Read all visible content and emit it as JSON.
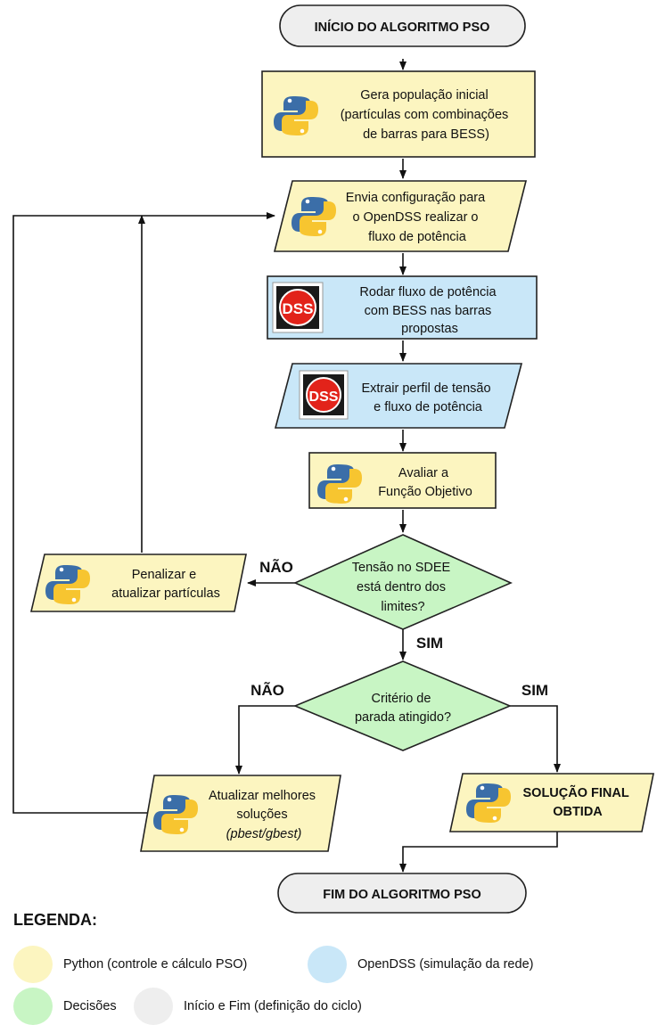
{
  "colors": {
    "python": "#fcf5c0",
    "opendss": "#c9e7f8",
    "decision": "#c8f5c4",
    "terminal": "#eeeeee",
    "stroke": "#222222"
  },
  "nodes": {
    "start": "INÍCIO DO ALGORITMO PSO",
    "init_pop": [
      "Gera população inicial",
      "(partículas com combinações",
      "de barras para BESS)"
    ],
    "send_config": [
      "Envia configuração para",
      "o OpenDSS realizar o",
      "fluxo de potência"
    ],
    "run_flow": [
      "Rodar fluxo de potência",
      "com BESS nas barras",
      "propostas"
    ],
    "extract": [
      "Extrair perfil de tensão",
      "e fluxo de potência"
    ],
    "evaluate": [
      "Avaliar a",
      "Função Objetivo"
    ],
    "voltage_check": [
      "Tensão no SDEE",
      "está dentro dos",
      "limites?"
    ],
    "penalize": [
      "Penalizar e",
      "atualizar partículas"
    ],
    "stop_check": [
      "Critério de",
      "parada atingido?"
    ],
    "update_best": [
      "Atualizar melhores",
      "soluções",
      "(pbest/gbest)"
    ],
    "final_solution": [
      "SOLUÇÃO FINAL",
      "OBTIDA"
    ],
    "end": "FIM DO ALGORITMO PSO"
  },
  "edge_labels": {
    "voltage_no": "NÃO",
    "voltage_yes": "SIM",
    "stop_no": "NÃO",
    "stop_yes": "SIM"
  },
  "icons": {
    "python": "python-logo-icon",
    "opendss": "opendss-logo-icon",
    "opendss_text": "DSS"
  },
  "legend": {
    "title": "LEGENDA:",
    "python": "Python (controle e cálculo PSO)",
    "opendss": "OpenDSS (simulação da rede)",
    "decision": "Decisões",
    "terminal": "Início e Fim (definição do ciclo)"
  }
}
